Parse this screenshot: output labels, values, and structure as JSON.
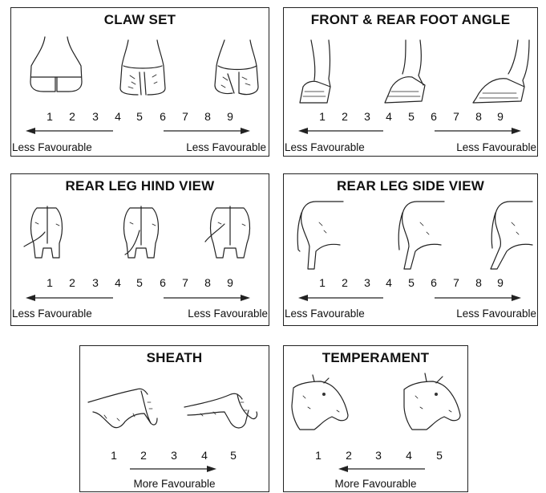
{
  "panels": {
    "claw_set": {
      "title": "CLAW SET",
      "scale": [
        "1",
        "2",
        "3",
        "4",
        "5",
        "6",
        "7",
        "8",
        "9"
      ],
      "left_caption": "Less Favourable",
      "right_caption": "Less Favourable"
    },
    "foot_angle": {
      "title": "FRONT & REAR FOOT ANGLE",
      "scale": [
        "1",
        "2",
        "3",
        "4",
        "5",
        "6",
        "7",
        "8",
        "9"
      ],
      "left_caption": "Less Favourable",
      "right_caption": "Less Favourable"
    },
    "rear_leg_hind": {
      "title": "REAR LEG HIND VIEW",
      "scale": [
        "1",
        "2",
        "3",
        "4",
        "5",
        "6",
        "7",
        "8",
        "9"
      ],
      "left_caption": "Less Favourable",
      "right_caption": "Less Favourable"
    },
    "rear_leg_side": {
      "title": "REAR LEG SIDE VIEW",
      "scale": [
        "1",
        "2",
        "3",
        "4",
        "5",
        "6",
        "7",
        "8",
        "9"
      ],
      "left_caption": "Less Favourable",
      "right_caption": "Less Favourable"
    },
    "sheath": {
      "title": "SHEATH",
      "scale": [
        "1",
        "2",
        "3",
        "4",
        "5"
      ],
      "caption": "More Favourable"
    },
    "temperament": {
      "title": "TEMPERAMENT",
      "scale": [
        "1",
        "2",
        "3",
        "4",
        "5"
      ],
      "caption": "More Favourable"
    }
  }
}
